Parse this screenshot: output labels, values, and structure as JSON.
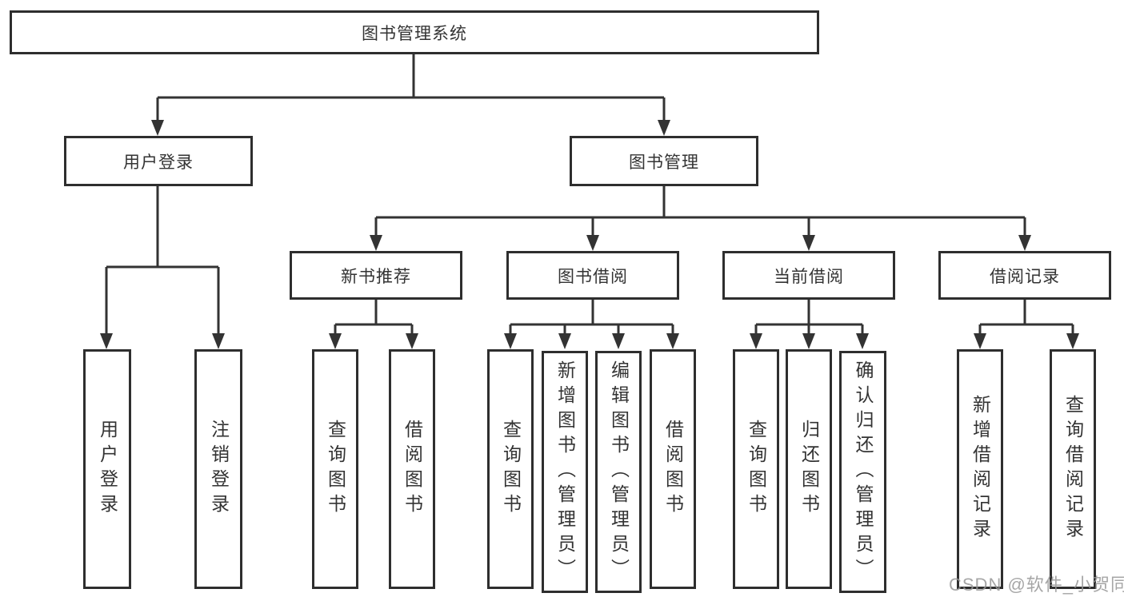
{
  "tree": {
    "label": "图书管理系统",
    "children": [
      {
        "label": "用户登录",
        "children": [
          {
            "label": "用户登录"
          },
          {
            "label": "注销登录"
          }
        ]
      },
      {
        "label": "图书管理",
        "children": [
          {
            "label": "新书推荐",
            "children": [
              {
                "label": "查询图书"
              },
              {
                "label": "借阅图书"
              }
            ]
          },
          {
            "label": "图书借阅",
            "children": [
              {
                "label": "查询图书"
              },
              {
                "label": "新增图书（管理员）"
              },
              {
                "label": "编辑图书（管理员）"
              },
              {
                "label": "借阅图书"
              }
            ]
          },
          {
            "label": "当前借阅",
            "children": [
              {
                "label": "查询图书"
              },
              {
                "label": "归还图书"
              },
              {
                "label": "确认归还（管理员）"
              }
            ]
          },
          {
            "label": "借阅记录",
            "children": [
              {
                "label": "新增借阅记录"
              },
              {
                "label": "查询借阅记录"
              }
            ]
          }
        ]
      }
    ]
  },
  "watermark": {
    "text": "CSDN @软件_小贺同学"
  },
  "colors": {
    "line": "#333333",
    "box_border": "#2e2e2e",
    "text": "#333333",
    "watermark": "#969696",
    "background": "#ffffff"
  }
}
